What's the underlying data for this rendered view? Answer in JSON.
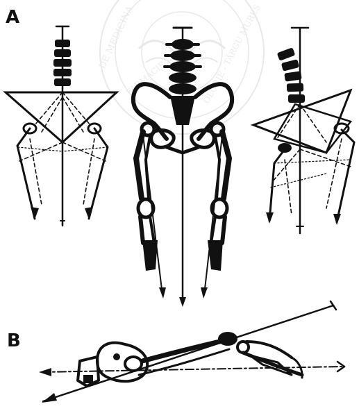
{
  "figure": {
    "panel_a_label": "A",
    "panel_b_label": "B",
    "ink_color": "#111111",
    "background_color": "#ffffff",
    "watermark": {
      "description": "circular university seal, faint",
      "text_left": "DE MEDICINA",
      "text_middle": "FARMACIE",
      "text_right": "OLOGIE - TÂRGU MUREȘ"
    }
  }
}
